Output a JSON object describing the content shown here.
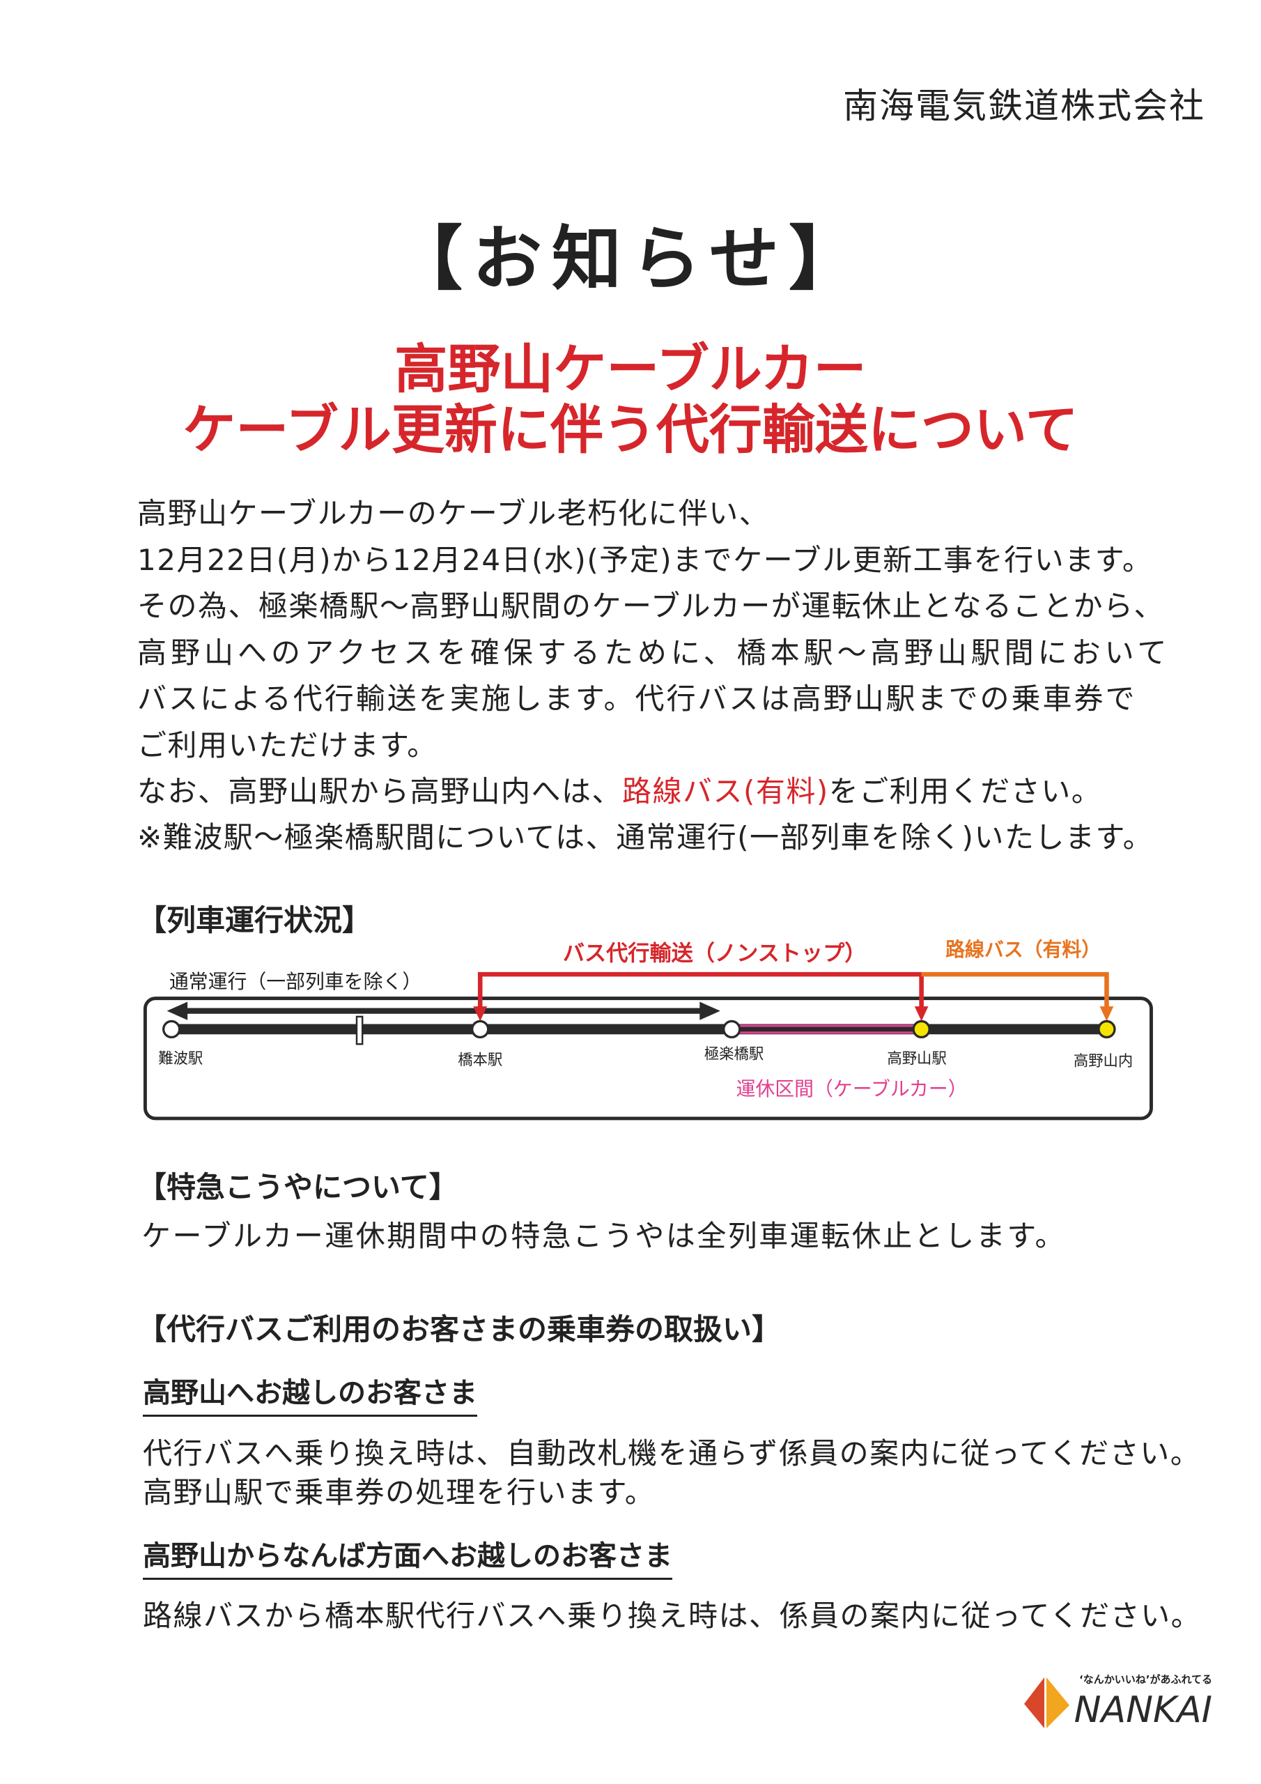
{
  "company": "南海電気鉄道株式会社",
  "notice_title": "【お知らせ】",
  "title_lines": [
    "高野山ケーブルカー",
    "ケーブル更新に伴う代行輸送について"
  ],
  "body": {
    "line1": "高野山ケーブルカーのケーブル老朽化に伴い、",
    "line2": "12月22日(月)から12月24日(水)(予定)までケーブル更新工事を行います。",
    "line3": "その為、極楽橋駅～高野山駅間のケーブルカーが運転休止となることから、",
    "line4": "高野山へのアクセスを確保するために、橋本駅～高野山駅間において",
    "line5": "バスによる代行輸送を実施します。代行バスは高野山駅までの乗車券で",
    "line6": "ご利用いただけます。",
    "line7_pre": "なお、高野山駅から高野山内へは、",
    "line7_red": "路線バス(有料)",
    "line7_post": "をご利用ください。",
    "line8": "※難波駅～極楽橋駅間については、通常運行(一部列車を除く)いたします。"
  },
  "status_heading": "【列車運行状況】",
  "diagram": {
    "normal_label": "通常運行（一部列車を除く）",
    "bus_label": "バス代行輸送（ノンストップ）",
    "route_bus_label": "路線バス（有料）",
    "suspended_label": "運休区間（ケーブルカー）",
    "stations": [
      "難波駅",
      "橋本駅",
      "極楽橋駅",
      "高野山駅",
      "高野山内"
    ],
    "colors": {
      "bus": "#d6262b",
      "route_bus": "#e8731f",
      "suspended": "#e0408f",
      "track": "#2a2a2a",
      "koya": "#f5e400"
    }
  },
  "koya": {
    "heading": "【特急こうやについて】",
    "text": "ケーブルカー運休期間中の特急こうやは全列車運転休止とします。"
  },
  "tickets": {
    "heading": "【代行バスご利用のお客さまの乗車券の取扱い】",
    "to_koya_heading": "高野山へお越しのお客さま",
    "to_koya_lines": [
      "代行バスへ乗り換え時は、自動改札機を通らず係員の案内に従ってください。",
      "高野山駅で乗車券の処理を行います。"
    ],
    "from_koya_heading": "高野山からなんば方面へお越しのお客さま",
    "from_koya_lines": [
      "路線バスから橋本駅代行バスへ乗り換え時は、係員の案内に従ってください。"
    ]
  },
  "logo": {
    "slogan": "‘なんかいいね’があふれてる",
    "brand": "NANKAI"
  }
}
